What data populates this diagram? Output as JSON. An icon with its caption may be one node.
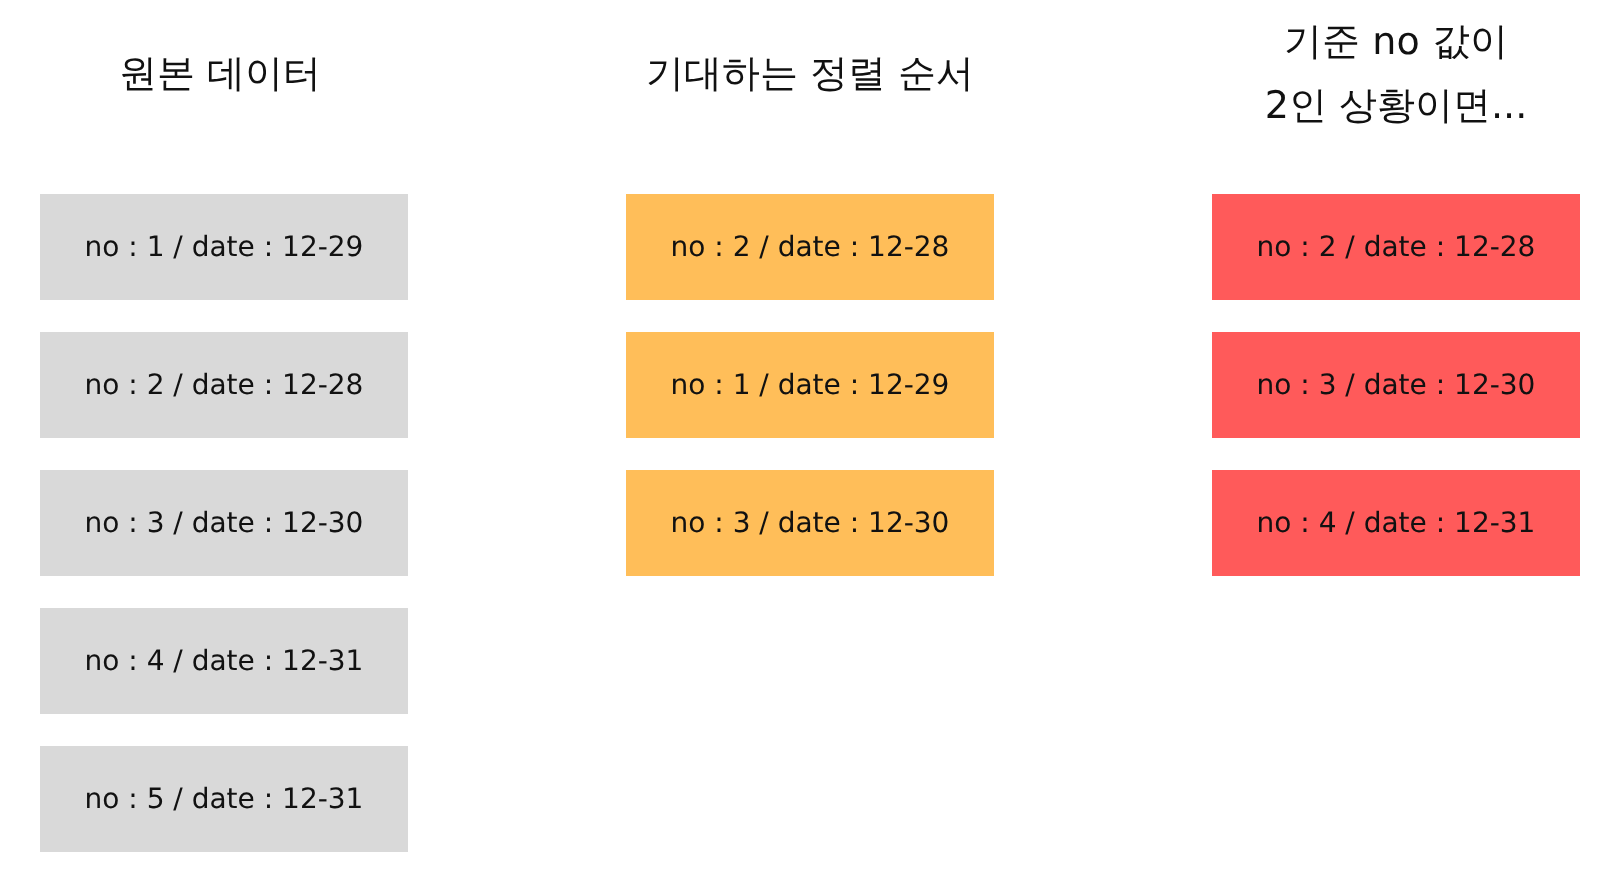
{
  "diagram": {
    "nodes": [
      {
        "text": [
          "no : 1 / date : 12-29"
        ]
      },
      {
        "text": [
          "no : 2 / date : 12-28"
        ]
      },
      {
        "text": [
          "no : 3 / date : 12-30"
        ]
      },
      {
        "text": [
          "no : 4 / date : 12-31"
        ]
      },
      {
        "text": [
          "no : 5 / date : 12-31"
        ]
      },
      {
        "text": [
          "no : 2 / date : 12-28"
        ]
      },
      {
        "text": [
          "no : 1 / date : 12-29"
        ]
      },
      {
        "text": [
          "no : 3 / date : 12-30"
        ]
      },
      {
        "text": [
          "no : 2 / date : 12-28"
        ]
      },
      {
        "text": [
          "no : 3 / date : 12-30"
        ]
      },
      {
        "text": [
          "no : 4 / date : 12-31"
        ]
      }
    ],
    "labels": [
      "원본 데이터",
      "기대하는 정렬 순서",
      "기준 no 값이 2인 상황이면..."
    ]
  }
}
